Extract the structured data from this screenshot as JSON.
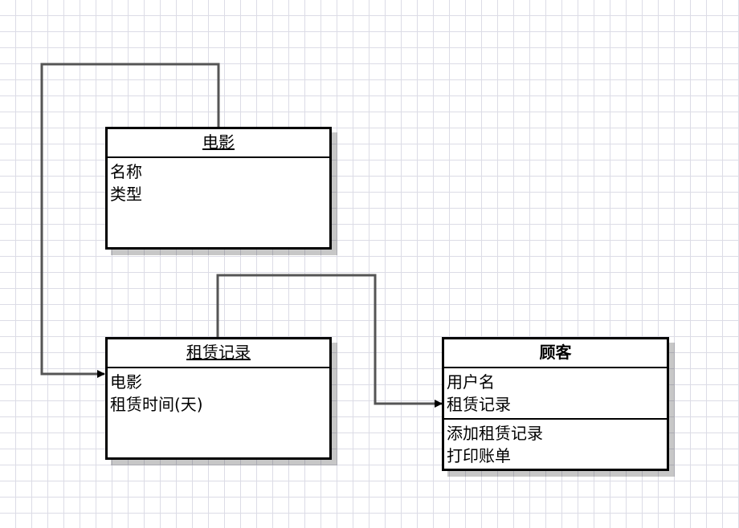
{
  "diagram": {
    "classes": [
      {
        "id": "movie",
        "name": "电影",
        "attributes": [
          "名称",
          "类型"
        ],
        "methods": []
      },
      {
        "id": "rental",
        "name": "租赁记录",
        "attributes": [
          "电影",
          "租赁时间(天)"
        ],
        "methods": []
      },
      {
        "id": "customer",
        "name": "顾客",
        "attributes": [
          "用户名",
          "租赁记录"
        ],
        "methods": [
          "添加租赁记录",
          "打印账单"
        ]
      }
    ]
  }
}
